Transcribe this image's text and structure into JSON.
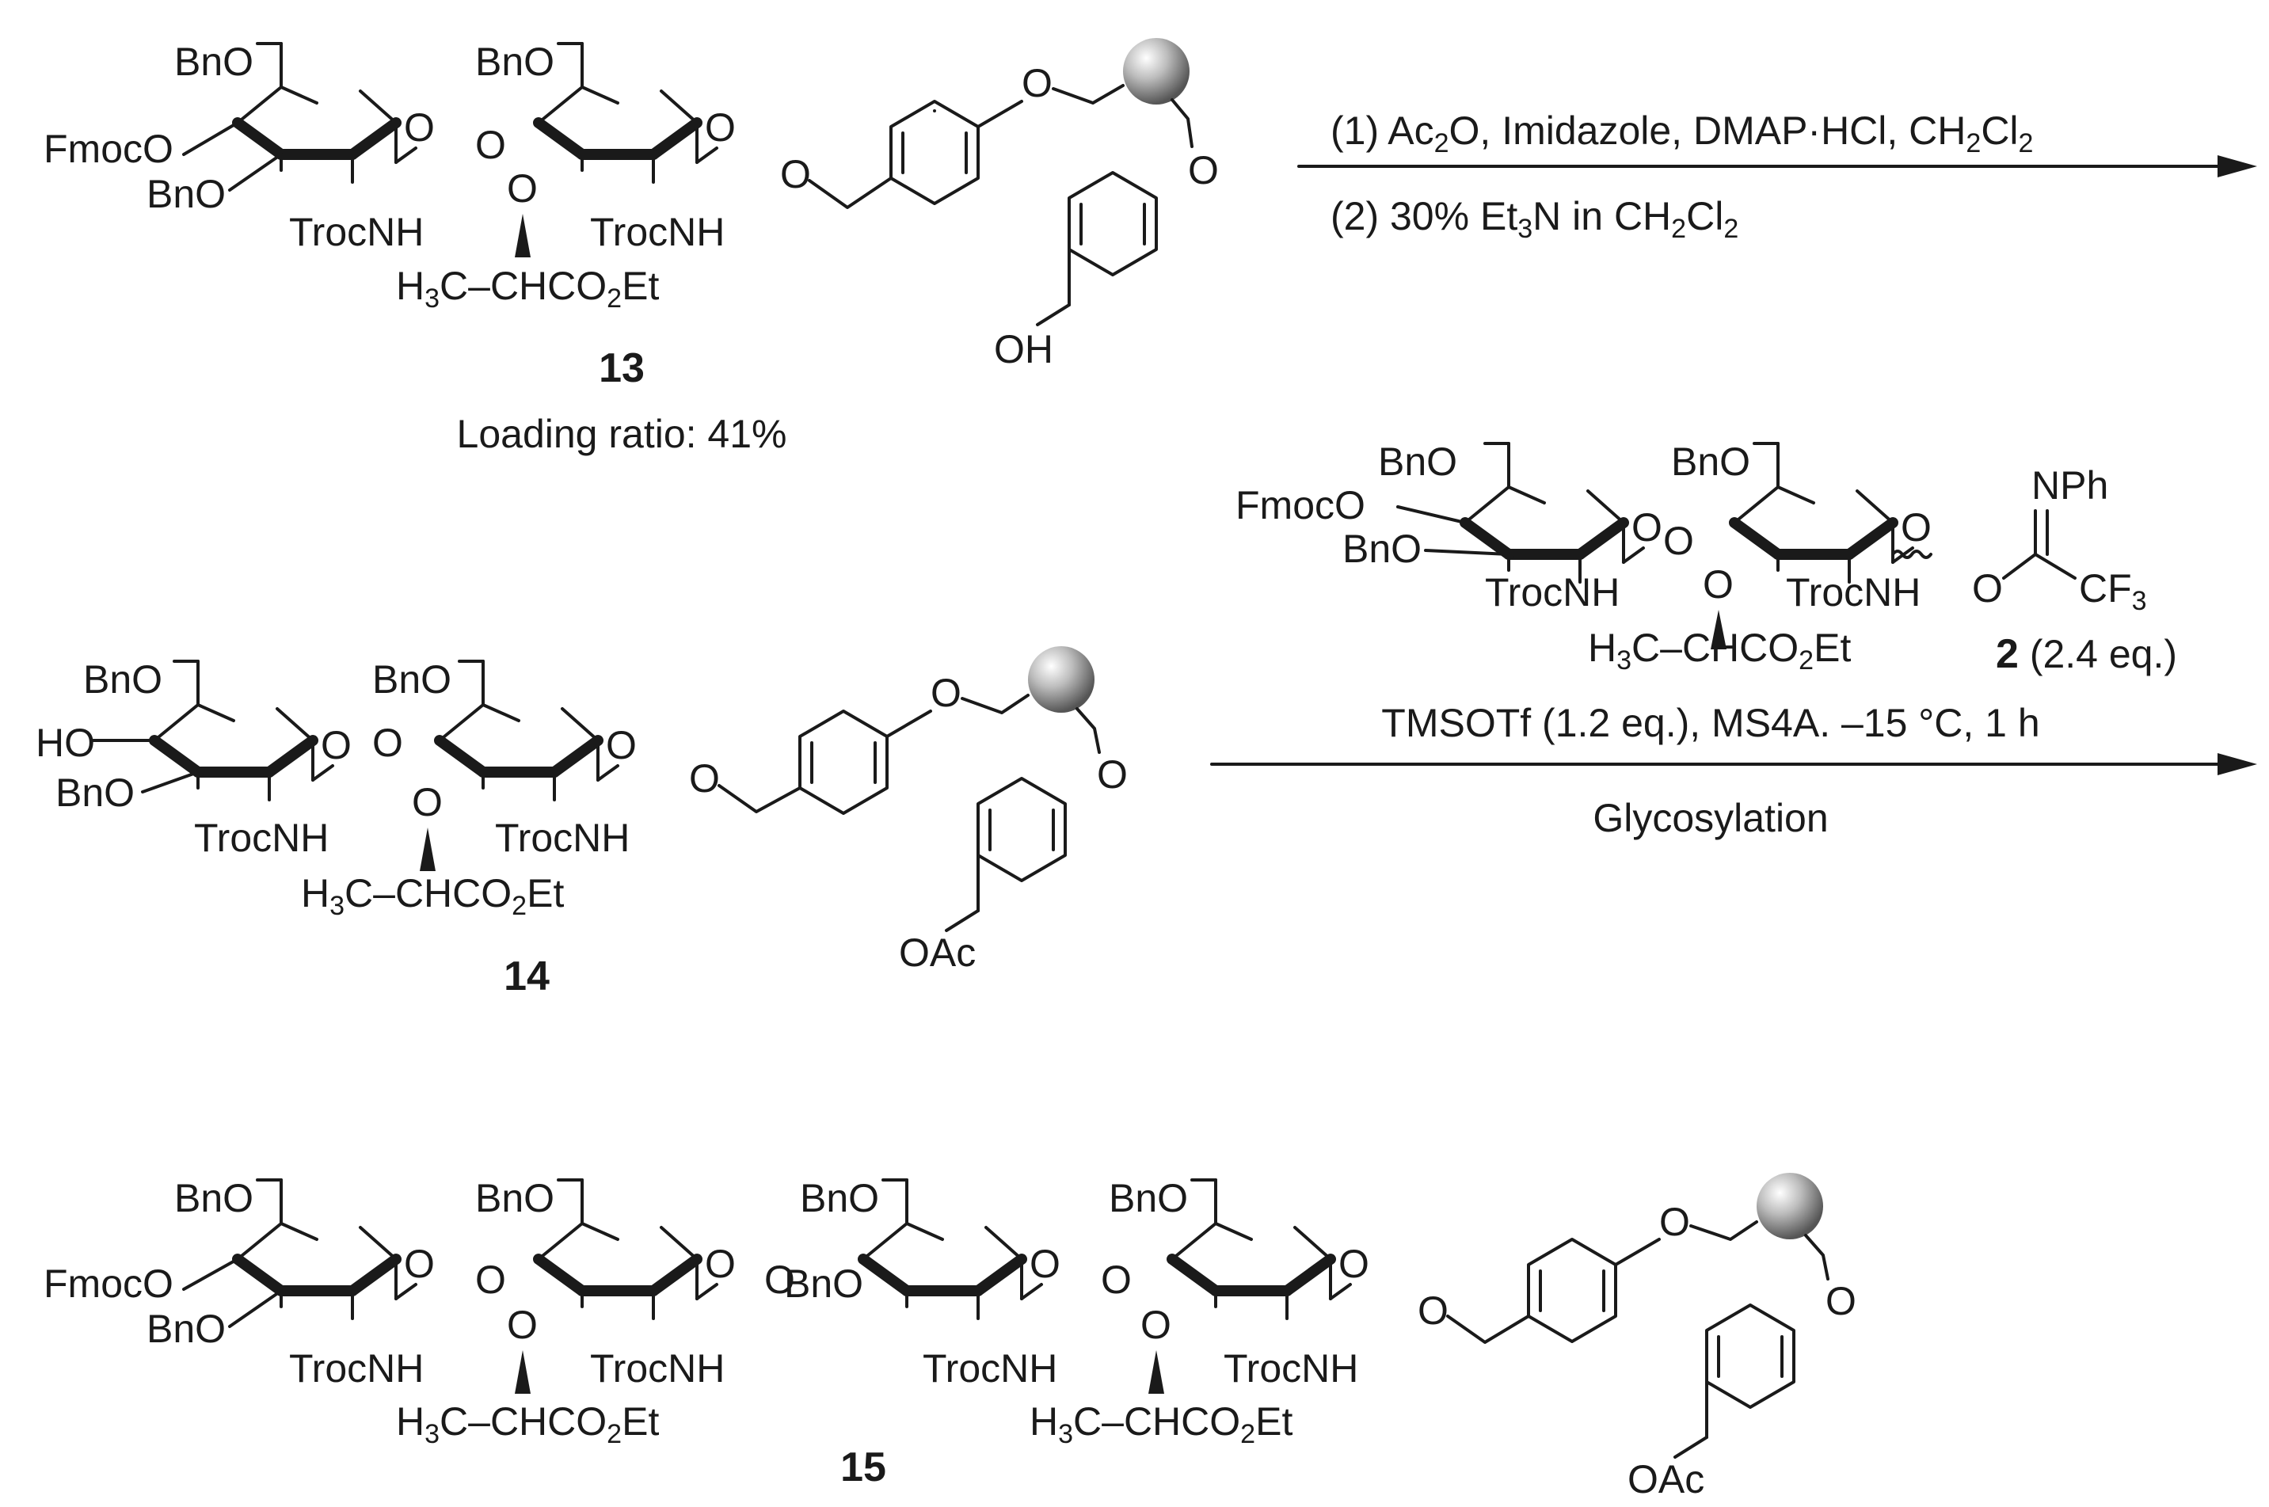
{
  "reaction_step1": {
    "line1": {
      "p1": "(1) Ac",
      "s1": "2",
      "p2": "O, Imidazole, DMAP·HCl, CH",
      "s2": "2",
      "p3": "Cl",
      "s3": "2"
    },
    "line2": {
      "p1": "(2) 30% Et",
      "s1": "3",
      "p2": "N in CH",
      "s2": "2",
      "p3": "Cl",
      "s3": "2"
    }
  },
  "compound_13": {
    "number": "13",
    "note": "Loading ratio: 41%"
  },
  "compound_14": {
    "number": "14"
  },
  "compound_15": {
    "number": "15"
  },
  "donor_2": {
    "number": "2",
    "equiv": "(2.4 eq.)",
    "imidate": "NPh",
    "cf3": "CF",
    "cf3_sub": "3"
  },
  "reaction_step2": {
    "conditions": "TMSOTf (1.2 eq.), MS4A. –15 °C, 1 h",
    "name": "Glycosylation"
  },
  "labels": {
    "BnO": "BnO",
    "FmocO": "FmocO",
    "HO": "HO",
    "O": "O",
    "TrocNH": "TrocNH",
    "H3C": "H",
    "H3C_sub": "3",
    "H3C_tail": "C",
    "CHCO": "CHCO",
    "CHCO_sub": "2",
    "Et": "Et",
    "OH": "OH",
    "OAc": "OAc"
  },
  "colors": {
    "ink": "#1a1a1a",
    "resin_light": "#ffffff",
    "resin_dark": "#555555"
  }
}
